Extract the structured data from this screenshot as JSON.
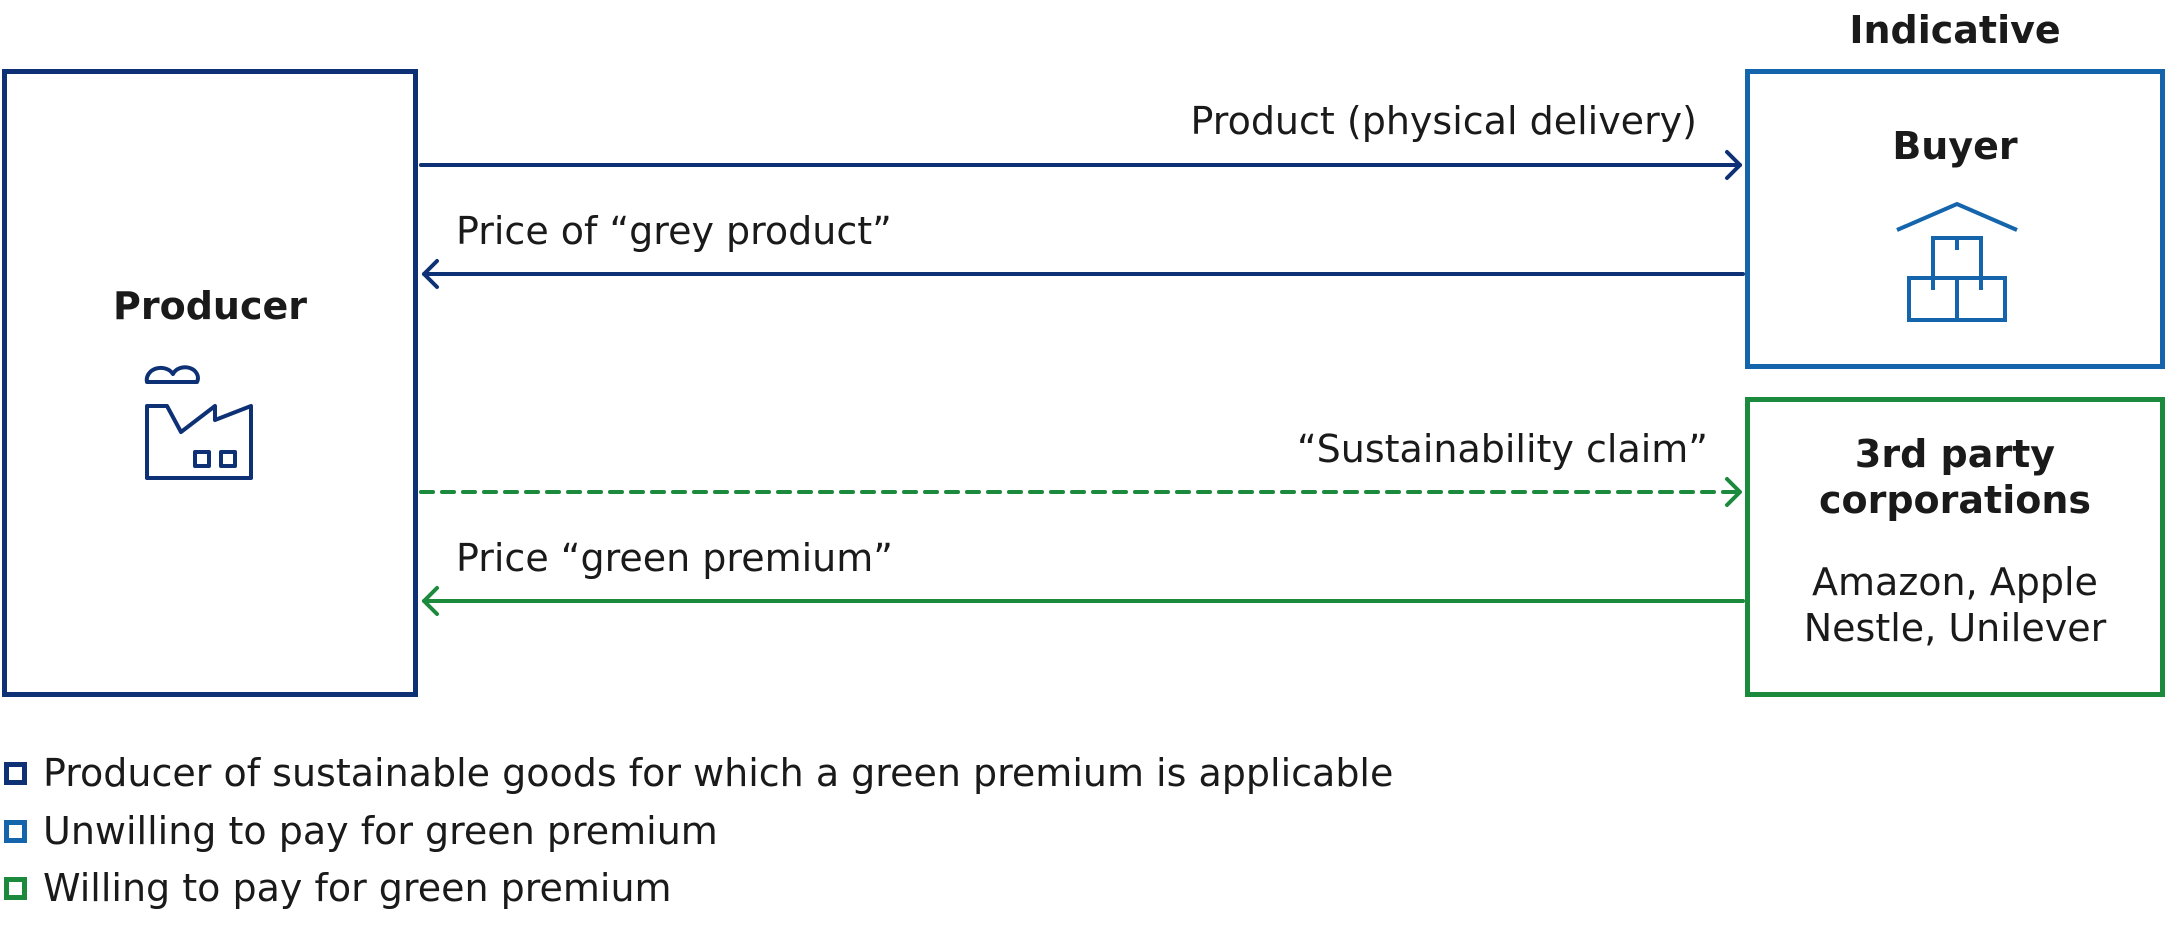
{
  "header": {
    "indicative": "Indicative"
  },
  "producer": {
    "title": "Producer",
    "icon": "factory-icon"
  },
  "buyer": {
    "title": "Buyer",
    "icon": "warehouse-boxes-icon"
  },
  "third_party": {
    "title_line1": "3rd party",
    "title_line2": "corporations",
    "examples_line1": "Amazon, Apple",
    "examples_line2": "Nestle, Unilever"
  },
  "flows": {
    "product": "Product (physical delivery)",
    "grey_price": "Price of “grey product”",
    "claim": "“Sustainability claim”",
    "green_price": "Price “green premium”"
  },
  "legend": [
    {
      "text": "Producer of sustainable goods for which a green premium is applicable",
      "color": "#0e3176"
    },
    {
      "text": "Unwilling to pay for green premium",
      "color": "#1565ad"
    },
    {
      "text": "Willing to pay for green premium",
      "color": "#1b8a3c"
    }
  ],
  "colors": {
    "navy": "#0e3176",
    "blue": "#1565ad",
    "green": "#1b8a3c"
  }
}
